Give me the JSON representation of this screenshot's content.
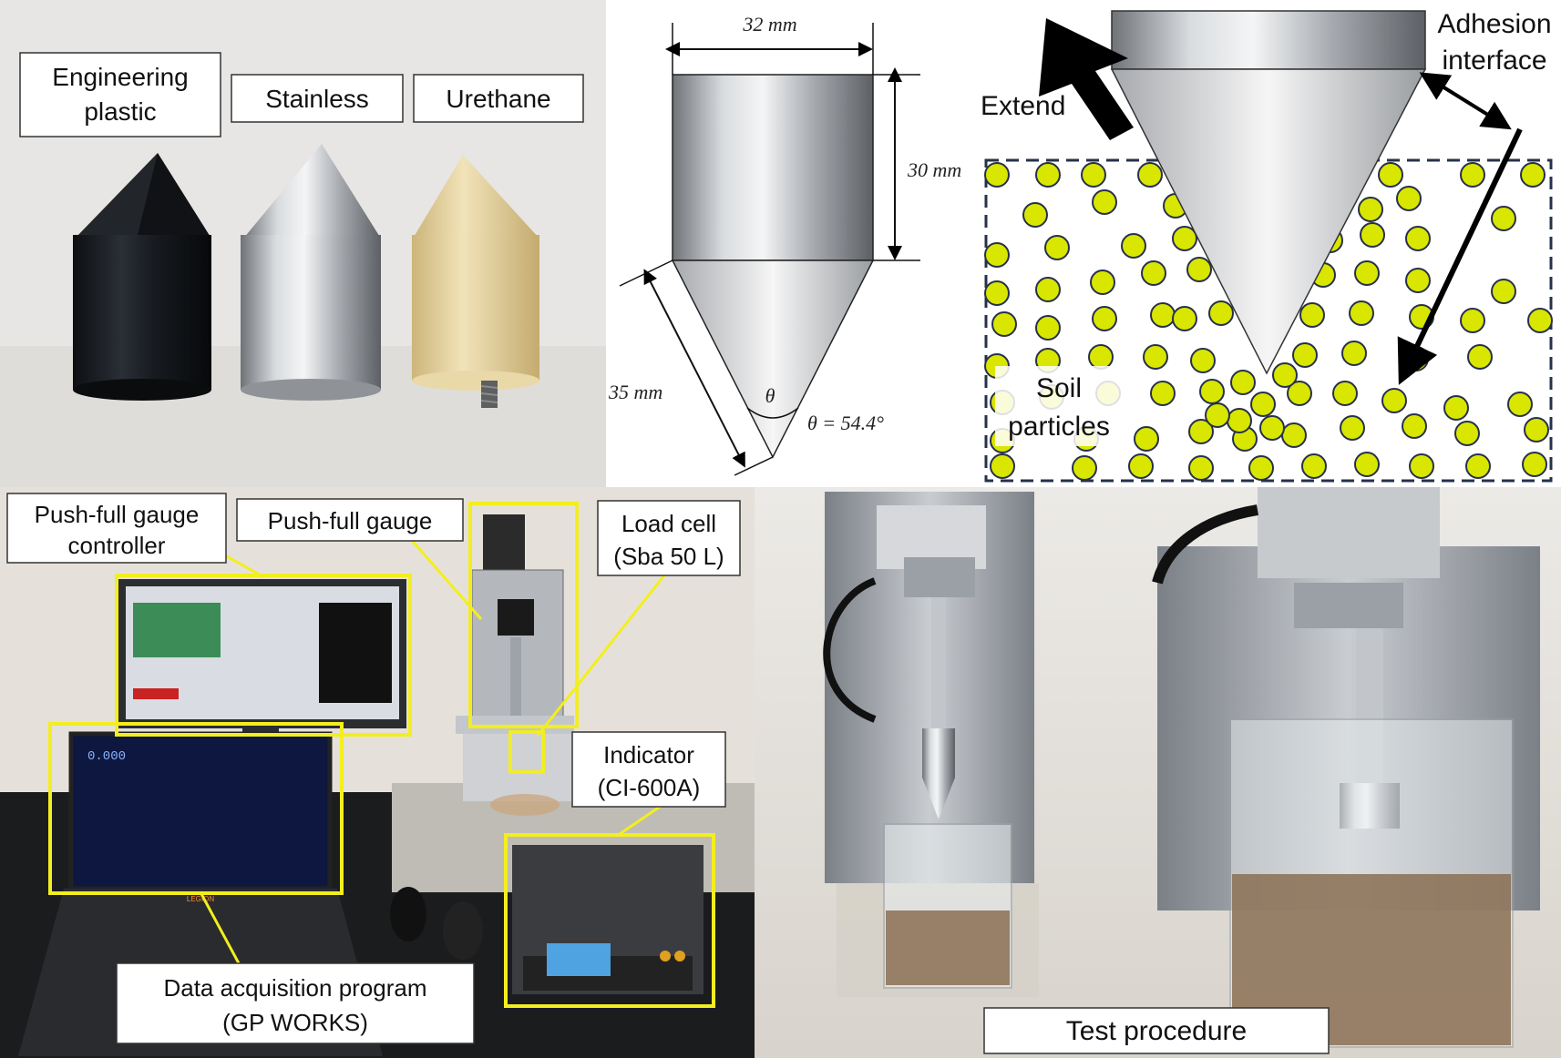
{
  "panel_a": {
    "labels": {
      "engineering_line1": "Engineering",
      "engineering_line2": "plastic",
      "stainless": "Stainless",
      "urethane": "Urethane"
    }
  },
  "panel_b": {
    "top_width": "32 mm",
    "cyl_height": "30 mm",
    "cone_side": "35 mm",
    "angle_symbol": "θ",
    "angle_value": "θ  = 54.4°"
  },
  "panel_c": {
    "extend": "Extend",
    "adhesion_line1": "Adhesion",
    "adhesion_line2": "interface",
    "soil_line1": "Soil",
    "soil_line2": "particles"
  },
  "panel_d": {
    "pg_controller_line1": "Push-full gauge",
    "pg_controller_line2": "controller",
    "pg_gauge": "Push-full gauge",
    "load_cell_line1": "Load cell",
    "load_cell_line2": "(Sba 50 L)",
    "indicator_line1": "Indicator",
    "indicator_line2": "(CI-600A)",
    "daq_line1": "Data acquisition program",
    "daq_line2": "(GP WORKS)",
    "laptop_brand": "LEGION",
    "display_value": "0.000"
  },
  "panel_e": {
    "caption": "Test procedure"
  },
  "colors": {
    "highlight": "#f3ee1f",
    "particle": "#d9e600",
    "dashed_box": "#26314a"
  }
}
